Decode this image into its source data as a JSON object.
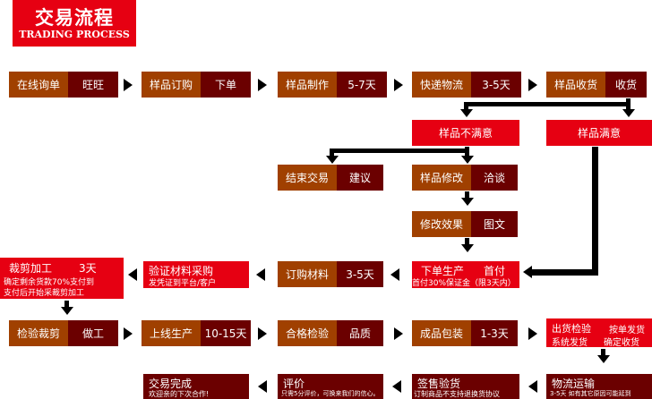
{
  "header": {
    "title_cn": "交易流程",
    "title_en": "TRADING PROCESS"
  },
  "row1": [
    {
      "left": "在线询单",
      "right": "旺旺"
    },
    {
      "left": "样品订购",
      "right": "下单"
    },
    {
      "left": "样品制作",
      "right": "5-7天"
    },
    {
      "left": "快递物流",
      "right": "3-5天"
    },
    {
      "left": "样品收货",
      "right": "收货"
    }
  ],
  "branch": {
    "unsatisfied": "样品不满意",
    "satisfied": "样品满意"
  },
  "row3": [
    {
      "left": "结束交易",
      "right": "建议"
    },
    {
      "left": "样品修改",
      "right": "洽谈"
    }
  ],
  "row4": {
    "left": "修改效果",
    "right": "图文"
  },
  "row5": [
    {
      "main": "裁剪加工",
      "main_right": "3天",
      "sub": "确定剩余货款70%支付到",
      "sub2": "支付后开始采裁剪加工"
    },
    {
      "main": "验证材料采购",
      "sub": "发凭证到平台/客户"
    },
    {
      "left": "订购材料",
      "right": "3-5天"
    },
    {
      "main": "下单生产",
      "main_right": "首付",
      "sub": "首付30%保证金（限3天内）"
    }
  ],
  "row6": [
    {
      "left": "检验裁剪",
      "right": "做工"
    },
    {
      "left": "上线生产",
      "right": "10-15天"
    },
    {
      "left": "合格检验",
      "right": "品质"
    },
    {
      "left": "成品包装",
      "right": "1-3天"
    },
    {
      "main1": "出货检验",
      "main1_right": "按单发货",
      "main2": "系统发货",
      "main2_right": "确定收货"
    }
  ],
  "row7": [
    {
      "main": "交易完成",
      "sub": "欢迎亲的下次合作!"
    },
    {
      "main": "评价",
      "sub": "只需5分评价，可换来我们的信心。"
    },
    {
      "main": "签售验货",
      "sub": "订制商品不支持退换货协议"
    },
    {
      "main": "物流运输",
      "sub": "3-5天  如有其它原因可能延到"
    }
  ],
  "colors": {
    "red": "#e60012",
    "brown_light": "#a04000",
    "brown_dark": "#6b0000",
    "arrow": "#000000"
  }
}
